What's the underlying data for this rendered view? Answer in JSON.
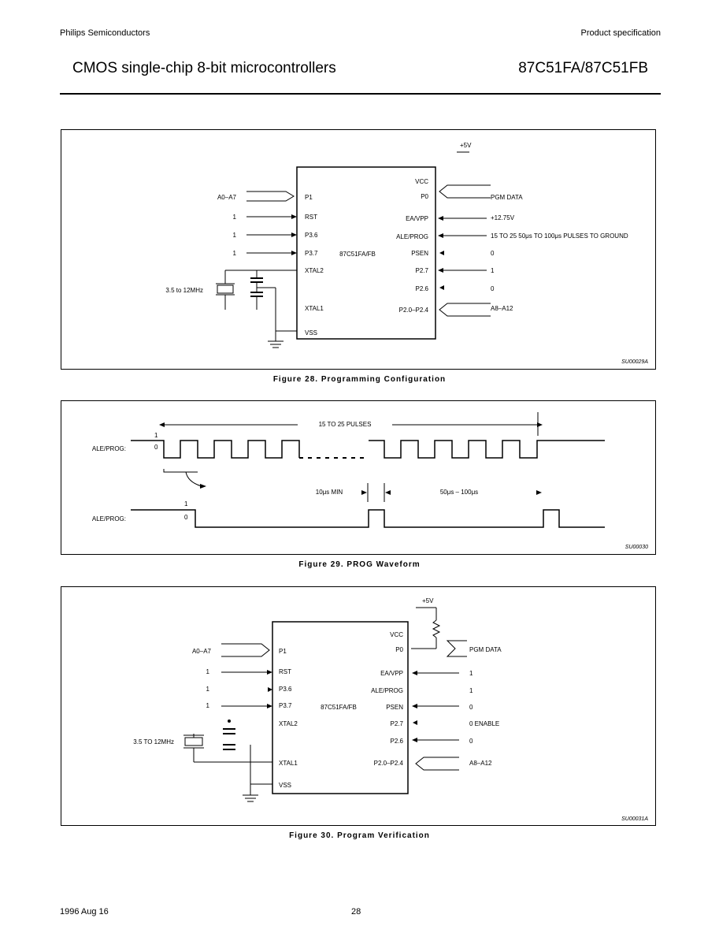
{
  "header": {
    "company": "Philips Semiconductors",
    "doc_type": "Product specification",
    "title": "CMOS single-chip 8-bit microcontrollers",
    "part": "87C51FA/87C51FB"
  },
  "fig28": {
    "caption": "Figure 28.  Programming Configuration",
    "code": "SU00029A",
    "vcc_supply": "+5V",
    "chip": "87C51FA/FB",
    "pins_left": [
      "P1",
      "RST",
      "P3.6",
      "P3.7",
      "XTAL2",
      "XTAL1",
      "VSS"
    ],
    "pins_right": [
      "VCC",
      "P0",
      "EA/VPP",
      "ALE/PROG",
      "PSEN",
      "P2.7",
      "P2.6",
      "P2.0–P2.4"
    ],
    "left_labels": [
      "A0–A7",
      "1",
      "1",
      "1"
    ],
    "crystal": "3.5 to 12MHz",
    "right_labels": [
      "PGM DATA",
      "+12.75V",
      "15 TO 25 50μs TO 100μs PULSES TO GROUND",
      "0",
      "1",
      "0",
      "A8–A12"
    ]
  },
  "fig29": {
    "caption": "Figure 29.  PROG Waveform",
    "code": "SU00030",
    "pulses": "15 TO 25 PULSES",
    "signal1": "ALE/PROG:",
    "signal2": "ALE/PROG:",
    "lvl1_high": "1",
    "lvl1_low": "0",
    "lvl2_high": "1",
    "lvl2_low": "0",
    "min_time": "10μs MIN",
    "pulse_time": "50μs – 100μs"
  },
  "fig30": {
    "caption": "Figure 30.  Program Verification",
    "code": "SU00031A",
    "vcc_supply": "+5V",
    "chip": "87C51FA/FB",
    "pins_left": [
      "P1",
      "RST",
      "P3.6",
      "P3.7",
      "XTAL2",
      "XTAL1",
      "VSS"
    ],
    "pins_right": [
      "VCC",
      "P0",
      "EA/VPP",
      "ALE/PROG",
      "PSEN",
      "P2.7",
      "P2.6",
      "P2.0–P2.4"
    ],
    "left_labels": [
      "A0–A7",
      "1",
      "1",
      "1"
    ],
    "crystal": "3.5 TO 12MHz",
    "right_labels": [
      "PGM DATA",
      "1",
      "1",
      "0",
      "0 ENABLE",
      "0",
      "A8–A12"
    ]
  },
  "footer": {
    "date": "1996 Aug 16",
    "page": "28"
  }
}
